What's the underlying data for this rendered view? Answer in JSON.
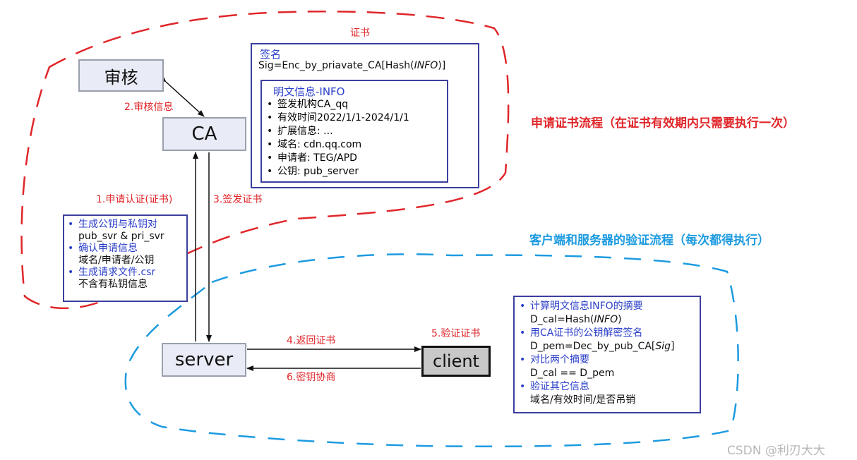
{
  "nodes": {
    "audit": "审核",
    "ca": "CA",
    "server": "server",
    "client": "client"
  },
  "labels": {
    "cert_title": "证书",
    "step1": "1.申请认证(证书)",
    "step2": "2.审核信息",
    "step3": "3.签发证书",
    "step4": "4.返回证书",
    "step5": "5.验证证书",
    "step6": "6.密钥协商"
  },
  "headings": {
    "apply_flow": "申请证书流程（在证书有效期内只需要执行一次）",
    "verify_flow": "客户端和服务器的验证流程（每次都得执行）"
  },
  "certificate": {
    "sig_title": "签名",
    "sig_prefix": "Sig=Enc_by_priavate_CA[Hash(",
    "sig_italic": "INFO",
    "sig_suffix": ")]",
    "info_title": "明文信息-INFO",
    "items": [
      "签发机构CA_qq",
      "有效时间2022/1/1-2024/1/1",
      "扩展信息: ...",
      "域名: cdn.qq.com",
      "申请者: TEG/APD",
      "公钥: pub_server"
    ]
  },
  "server_steps": {
    "s1_title": "生成公钥与私钥对",
    "s1_detail": "pub_svr & pri_svr",
    "s2_title": "确认申请信息",
    "s2_detail": "域名/申请者/公钥",
    "s3_title": "生成请求文件.csr",
    "s3_detail": "不含有私钥信息"
  },
  "client_steps": {
    "c1_title": "计算明文信息INFO的摘要",
    "c1_prefix": "D_cal=Hash(",
    "c1_italic": "INFO",
    "c1_suffix": ")",
    "c2_title": "用CA证书的公钥解密签名",
    "c2_prefix": "D_pem=Dec_by_pub_CA[",
    "c2_italic": "Sig",
    "c2_suffix": "]",
    "c3_title": "对比两个摘要",
    "c3_detail": "D_cal == D_pem",
    "c4_title": "验证其它信息",
    "c4_detail": "域名/有效时间/是否吊销"
  },
  "watermark": "CSDN @利刃大大",
  "colors": {
    "red": "#e0262a",
    "blue_dash": "#1d9be0",
    "panel_border": "#3b3f9e",
    "bullet_blue": "#2a3ec9"
  }
}
